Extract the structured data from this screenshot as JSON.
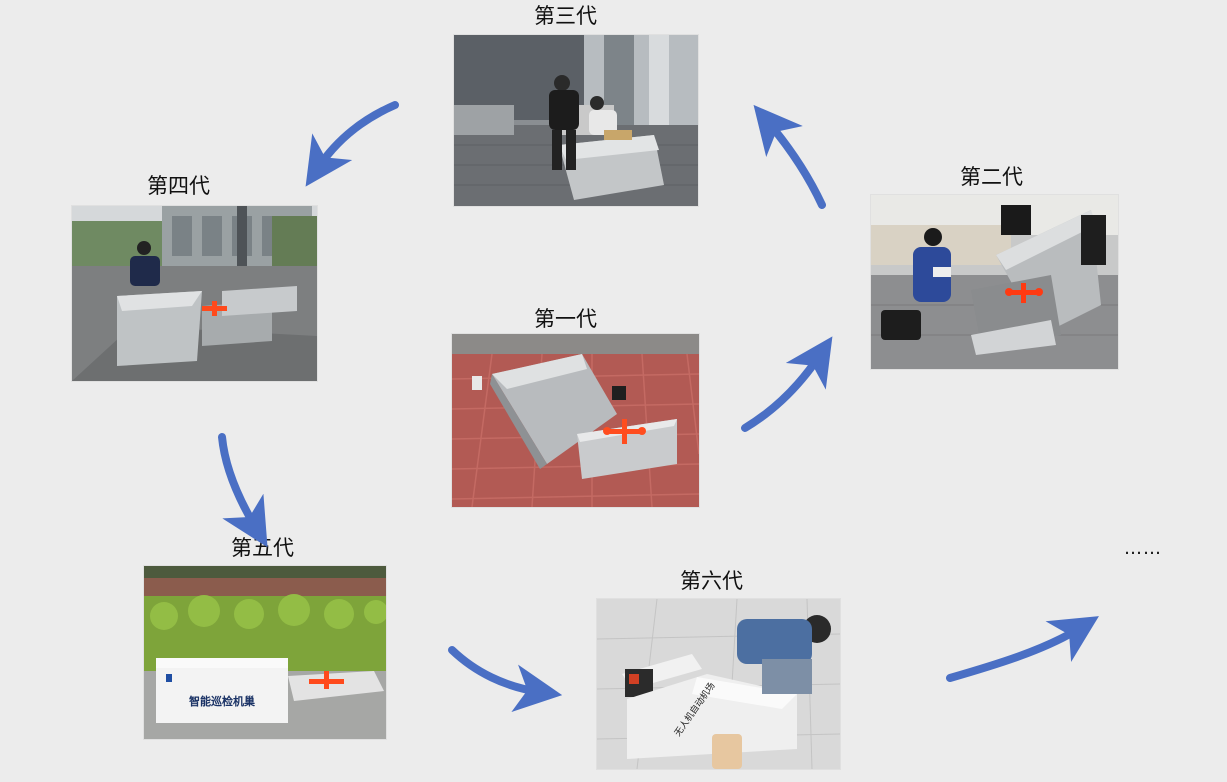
{
  "generations": [
    {
      "id": "gen1",
      "label": "第一代",
      "photo": "gen-1-photo"
    },
    {
      "id": "gen2",
      "label": "第二代",
      "photo": "gen-2-photo"
    },
    {
      "id": "gen3",
      "label": "第三代",
      "photo": "gen-3-photo"
    },
    {
      "id": "gen4",
      "label": "第四代",
      "photo": "gen-4-photo"
    },
    {
      "id": "gen5",
      "label": "第五代",
      "photo": "gen-5-photo",
      "box_text": "智能巡检机巢"
    },
    {
      "id": "gen6",
      "label": "第六代",
      "photo": "gen-6-photo",
      "box_text": "无人机自动机场"
    }
  ],
  "continuation": "……",
  "colors": {
    "background": "#ececec",
    "arrow": "#4a6fc4",
    "drone": "#ff4a1c"
  }
}
